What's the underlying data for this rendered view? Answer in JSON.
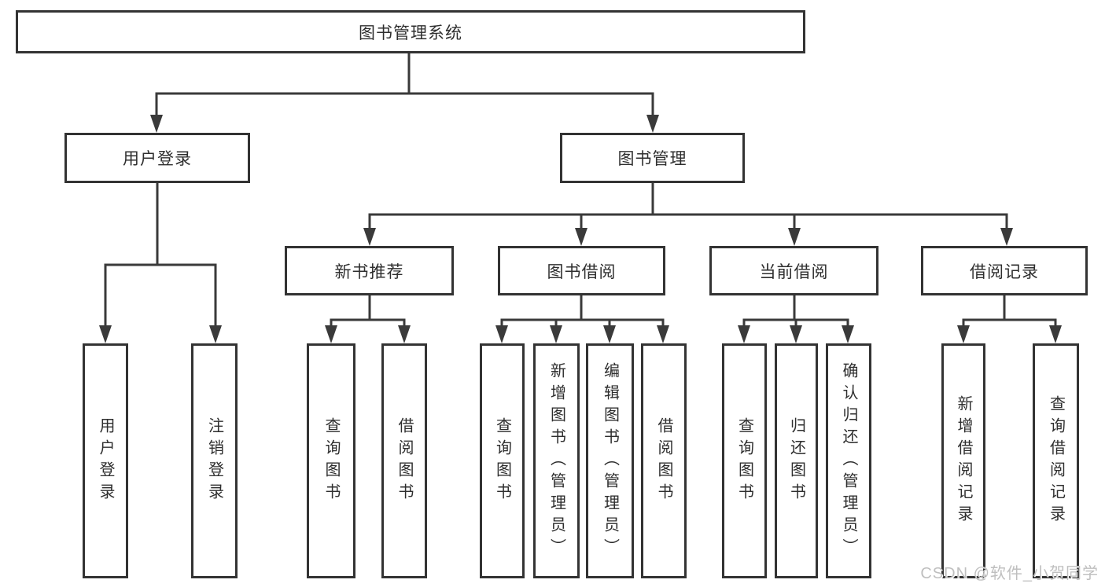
{
  "diagram": {
    "root": {
      "label": "图书管理系统"
    },
    "user": {
      "label": "用户登录",
      "children": [
        {
          "label": "用户登录"
        },
        {
          "label": "注销登录"
        }
      ]
    },
    "book": {
      "label": "图书管理",
      "children": [
        {
          "label": "新书推荐",
          "children": [
            {
              "label": "查询图书"
            },
            {
              "label": "借阅图书"
            }
          ]
        },
        {
          "label": "图书借阅",
          "children": [
            {
              "label": "查询图书"
            },
            {
              "label": "新增图书（管理员）"
            },
            {
              "label": "编辑图书（管理员）"
            },
            {
              "label": "借阅图书"
            }
          ]
        },
        {
          "label": "当前借阅",
          "children": [
            {
              "label": "查询图书"
            },
            {
              "label": "归还图书"
            },
            {
              "label": "确认归还（管理员）"
            }
          ]
        },
        {
          "label": "借阅记录",
          "children": [
            {
              "label": "新增借阅记录"
            },
            {
              "label": "查询借阅记录"
            }
          ]
        }
      ]
    },
    "watermark": "CSDN @软件_小贺同学",
    "colors": {
      "line": "#3a3a3a",
      "border": "#333333",
      "text": "#2e2e2e",
      "watermark": "#bfbfbf"
    }
  }
}
